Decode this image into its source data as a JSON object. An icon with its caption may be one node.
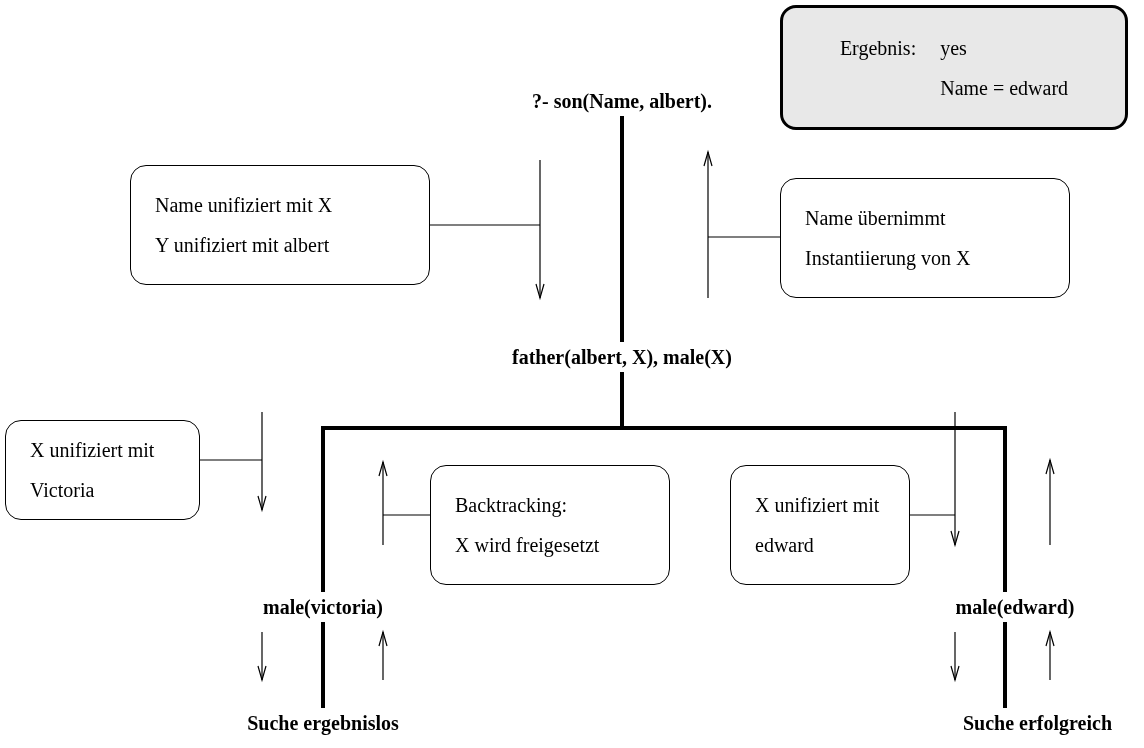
{
  "diagram": {
    "nodes": [
      {
        "text": [
          "Ergebnis:",
          "yes",
          "Name = edward"
        ]
      },
      {
        "text": [
          "?- son(Name, albert)."
        ]
      },
      {
        "text": [
          "Name unifiziert mit X",
          "Y unifiziert mit albert"
        ]
      },
      {
        "text": [
          "Name übernimmt Instantiierung von X"
        ]
      },
      {
        "text": [
          "father(albert, X), male(X)"
        ]
      },
      {
        "text": [
          "X unifiziert mit Victoria"
        ]
      },
      {
        "text": [
          "Backtracking:",
          "X wird freigesetzt"
        ]
      },
      {
        "text": [
          "X unifiziert mit edward"
        ]
      },
      {
        "text": [
          "male(victoria)"
        ]
      },
      {
        "text": [
          "male(edward)"
        ]
      },
      {
        "text": [
          "Suche ergebnislos"
        ]
      },
      {
        "text": [
          "Suche erfolgreich"
        ]
      }
    ],
    "edges": [
      {
        "from": 1,
        "to": 4,
        "arrow": "none",
        "style": "thick"
      },
      {
        "from": 4,
        "to": 8,
        "arrow": "none",
        "style": "thick"
      },
      {
        "from": 4,
        "to": 9,
        "arrow": "none",
        "style": "thick"
      },
      {
        "from": 8,
        "to": 10,
        "arrow": "none",
        "style": "thick"
      },
      {
        "from": 9,
        "to": 11,
        "arrow": "none",
        "style": "thick"
      },
      {
        "from": 2,
        "to": null,
        "arrow": "none"
      },
      {
        "from": 3,
        "to": null,
        "arrow": "none"
      },
      {
        "from": 5,
        "to": null,
        "arrow": "none"
      },
      {
        "from": 6,
        "to": null,
        "arrow": "none"
      },
      {
        "from": 7,
        "to": null,
        "arrow": "none"
      }
    ]
  }
}
